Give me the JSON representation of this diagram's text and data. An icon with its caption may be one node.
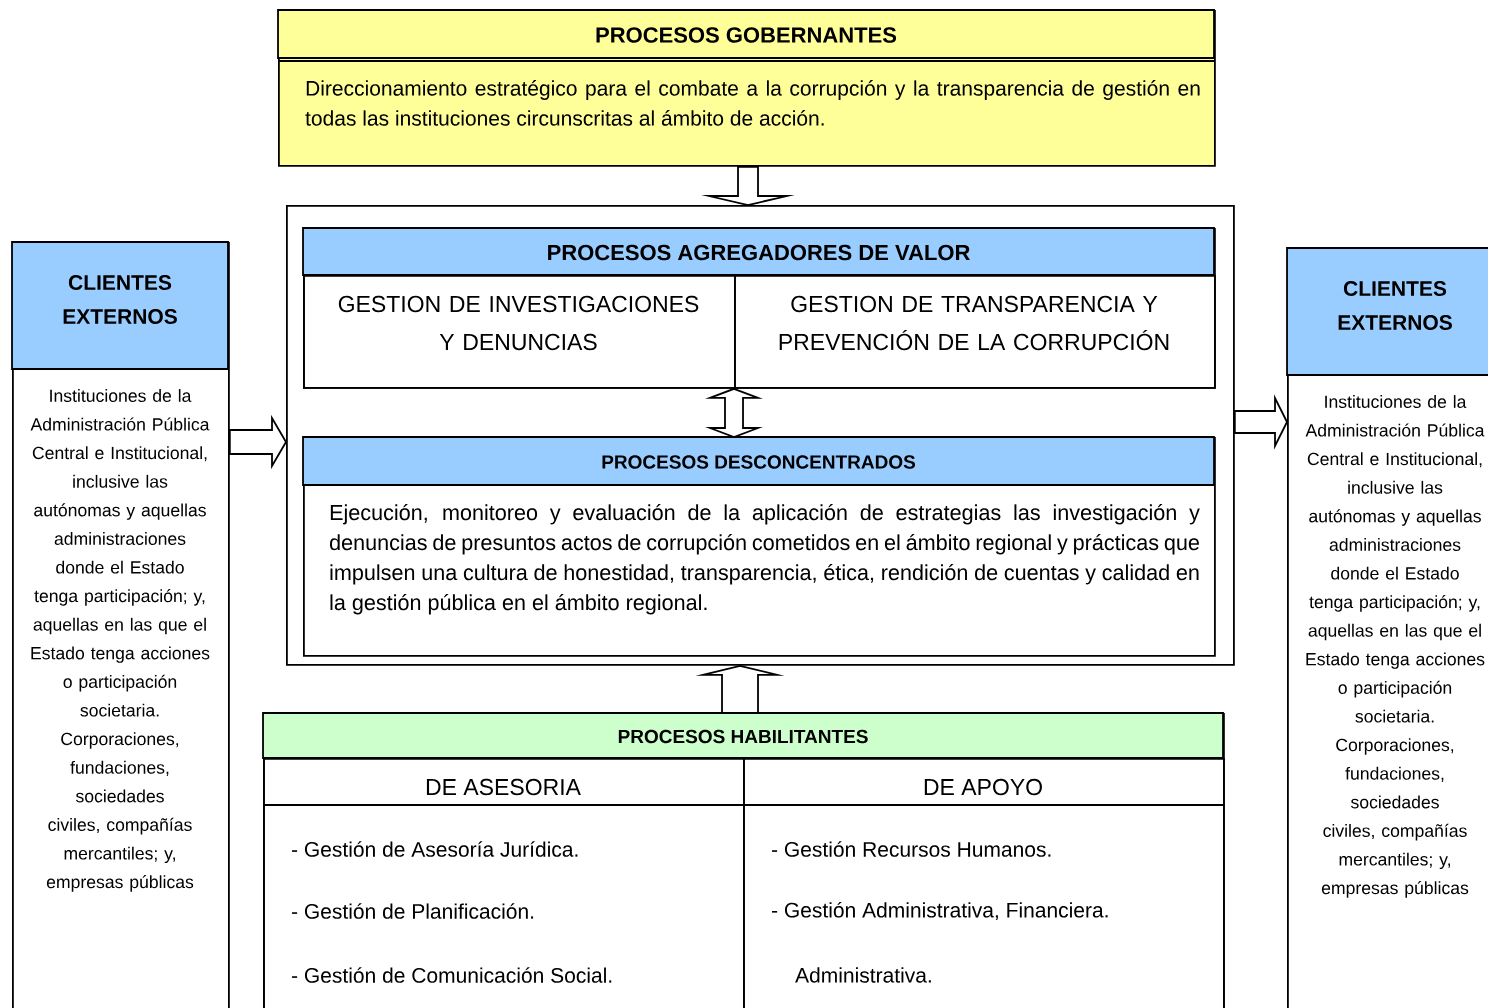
{
  "diagram": {
    "nodes": [
      {
        "text": [
          "PROCESOS GOBERNANTES",
          "Direccionamiento estratégico para el combate a la corrupción y la transparencia de gestión en todas las instituciones circunscritas al ámbito de acción."
        ]
      },
      {
        "text": [],
        "shape": "box"
      },
      {
        "text": [
          "PROCESOS AGREGADORES DE VALOR"
        ],
        "in": 1
      },
      {
        "text": [
          "GESTION DE INVESTIGACIONES Y DENUNCIAS"
        ],
        "in": 2
      },
      {
        "text": [
          "GESTION DE TRANSPARENCIA Y PREVENCIÓN DE LA CORRUPCIÓN"
        ],
        "in": 2
      },
      {
        "text": [
          "PROCESOS DESCONCENTRADOS",
          "Ejecución, monitoreo y evaluación de la aplicación de estrategias las investigación y denuncias de presuntos actos de corrupción cometidos en el ámbito regional y prácticas que impulsen una cultura de honestidad, transparencia, ética, rendición de cuentas  y calidad en la gestión pública en el ámbito regional."
        ],
        "in": 1
      },
      {
        "text": [
          "CLIENTES EXTERNOS",
          "Instituciones de la Administración Pública Central e Institucional, inclusive las autónomas y aquellas administraciones donde el Estado tenga participación; y, aquellas en las que el Estado tenga acciones o participación societaria. Corporaciones, fundaciones, sociedades civiles, compañías mercantiles;  y, empresas públicas"
        ]
      },
      {
        "text": [
          "CLIENTES EXTERNOS",
          "Instituciones de la Administración Pública Central e Institucional, inclusive las autónomas y aquellas administraciones donde el Estado tenga participación; y, aquellas en las que el Estado tenga acciones o participación societaria. Corporaciones, fundaciones, sociedades civiles, compañías mercantiles;  y, empresas públicas"
        ]
      },
      {
        "text": [
          "PROCESOS HABILITANTES"
        ]
      },
      {
        "text": [
          "DE ASESORIA",
          "- Gestión de Asesoría Jurídica.",
          "- Gestión de Planificación.",
          "- Gestión de Comunicación Social."
        ],
        "in": 8
      },
      {
        "text": [
          "DE APOYO",
          "- Gestión Recursos Humanos.",
          "- Gestión Administrativa, Financiera.",
          "Administrativa."
        ],
        "in": 8
      }
    ],
    "edges": [
      {
        "from": 0,
        "to": 1,
        "arrow": "to"
      },
      {
        "from": 2,
        "to": 5,
        "arrow": "both"
      },
      {
        "from": 8,
        "to": 1,
        "arrow": "to"
      },
      {
        "from": 6,
        "to": 1,
        "arrow": "to"
      },
      {
        "from": 1,
        "to": 7,
        "arrow": "to"
      }
    ]
  }
}
